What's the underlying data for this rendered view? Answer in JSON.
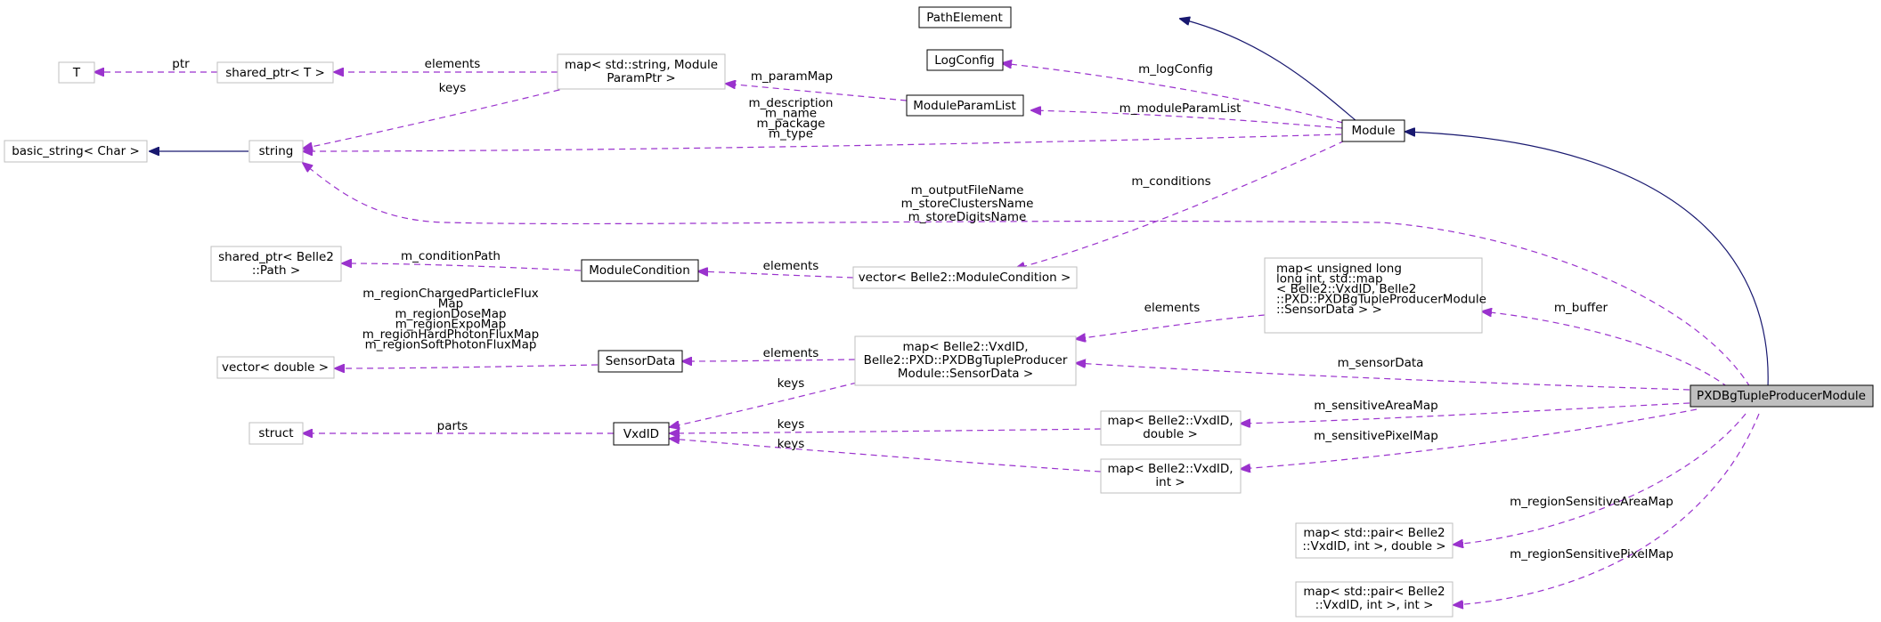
{
  "colors": {
    "usage_edge": "#9a32cd",
    "inheritance_edge": "#191970",
    "node_border": "#bfbfbf",
    "focus_fill": "#bfbfbf"
  },
  "nodes": {
    "pathelement": [
      "PathElement"
    ],
    "logconfig": [
      "LogConfig"
    ],
    "map_string_moduleparamptr": [
      "map< std::string, Module",
      "ParamPtr >"
    ],
    "moduleparamlist": [
      "ModuleParamList"
    ],
    "module": [
      "Module"
    ],
    "t": [
      "T"
    ],
    "shared_ptr_t": [
      "shared_ptr< T >"
    ],
    "basic_string": [
      "basic_string< Char >"
    ],
    "string": [
      "string"
    ],
    "shared_ptr_path": [
      "shared_ptr< Belle2",
      "::Path >"
    ],
    "modulecondition": [
      "ModuleCondition"
    ],
    "vector_modulecondition": [
      "vector< Belle2::ModuleCondition >"
    ],
    "map_ulong_sensormap": [
      "map< unsigned long",
      "long int, std::map",
      "< Belle2::VxdID, Belle2",
      "::PXD::PXDBgTupleProducerModule",
      "::SensorData > >"
    ],
    "vector_double": [
      "vector< double >"
    ],
    "sensordata": [
      "SensorData"
    ],
    "map_vxdid_sensordata": [
      "map< Belle2::VxdID,",
      "Belle2::PXD::PXDBgTupleProducer",
      "Module::SensorData >"
    ],
    "pxdbgtupleproducermodule": [
      "PXDBgTupleProducerModule"
    ],
    "struct": [
      "struct"
    ],
    "vxdid": [
      "VxdID"
    ],
    "map_vxdid_double": [
      "map< Belle2::VxdID,",
      "double >"
    ],
    "map_vxdid_int": [
      "map< Belle2::VxdID,",
      "int >"
    ],
    "map_pair_double": [
      "map< std::pair< Belle2",
      "::VxdID, int >, double >"
    ],
    "map_pair_int": [
      "map< std::pair< Belle2",
      "::VxdID, int >, int >"
    ]
  },
  "edge_labels": {
    "ptr": [
      "ptr"
    ],
    "elements_shared": [
      "elements"
    ],
    "keys_string": [
      "keys"
    ],
    "m_paramMap": [
      "m_paramMap"
    ],
    "m_logConfig": [
      "m_logConfig"
    ],
    "m_moduleParamList": [
      "m_moduleParamList"
    ],
    "module_strings": [
      "m_description",
      "m_name",
      "m_package",
      "m_type"
    ],
    "m_conditions": [
      "m_conditions"
    ],
    "file_names": [
      "m_outputFileName",
      "m_storeClustersName",
      "m_storeDigitsName"
    ],
    "m_conditionPath": [
      "m_conditionPath"
    ],
    "elements_condition": [
      "elements"
    ],
    "elements_sensormap": [
      "elements"
    ],
    "m_buffer": [
      "m_buffer"
    ],
    "region_maps": [
      "m_regionChargedParticleFlux",
      "Map",
      "m_regionDoseMap",
      "m_regionExpoMap",
      "m_regionHardPhotonFluxMap",
      "m_regionSoftPhotonFluxMap"
    ],
    "elements_sensordata": [
      "elements"
    ],
    "m_sensorData": [
      "m_sensorData"
    ],
    "keys_sensordata": [
      "keys"
    ],
    "parts": [
      "parts"
    ],
    "keys_double": [
      "keys"
    ],
    "m_sensitiveAreaMap": [
      "m_sensitiveAreaMap"
    ],
    "keys_int": [
      "keys"
    ],
    "m_sensitivePixelMap": [
      "m_sensitivePixelMap"
    ],
    "m_regionSensitiveAreaMap": [
      "m_regionSensitiveAreaMap"
    ],
    "m_regionSensitivePixelMap": [
      "m_regionSensitivePixelMap"
    ]
  }
}
